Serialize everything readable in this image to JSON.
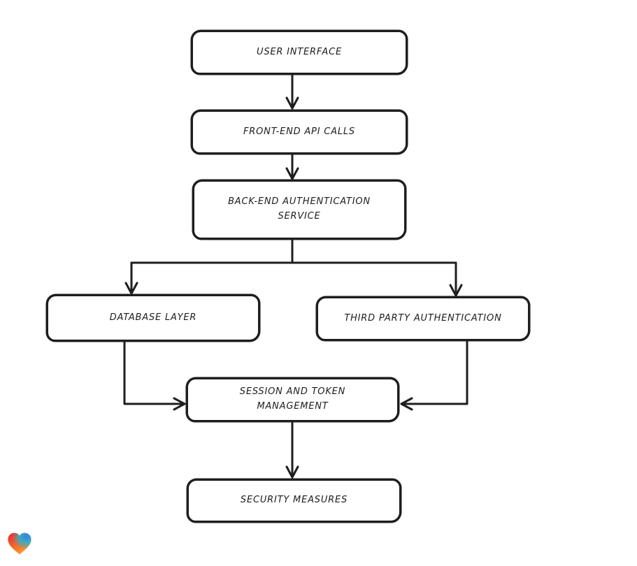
{
  "diagram": {
    "type": "flowchart",
    "style": "hand-drawn",
    "colors": {
      "background": "#ffffff",
      "stroke": "#1e1e1e",
      "box_fill": "#ffffff",
      "text": "#1d1d1d"
    },
    "nodes": [
      {
        "id": "user-interface",
        "label": "USER INTERFACE",
        "lines": [
          "USER INTERFACE"
        ]
      },
      {
        "id": "front-end-api-calls",
        "label": "FRONT-END API CALLS",
        "lines": [
          "FRONT-END API CALLS"
        ]
      },
      {
        "id": "back-end-authentication-service",
        "label": "BACK-END AUTHENTICATION SERVICE",
        "lines": [
          "BACK-END AUTHENTICATION",
          "SERVICE"
        ]
      },
      {
        "id": "database-layer",
        "label": "DATABASE LAYER",
        "lines": [
          "DATABASE LAYER"
        ]
      },
      {
        "id": "third-party-authentication",
        "label": "THIRD PARTY AUTHENTICATION",
        "lines": [
          "THIRD PARTY AUTHENTICATION"
        ]
      },
      {
        "id": "session-and-token-management",
        "label": "SESSION AND TOKEN MANAGEMENT",
        "lines": [
          "SESSION AND TOKEN",
          "MANAGEMENT"
        ]
      },
      {
        "id": "security-measures",
        "label": "SECURITY MEASURES",
        "lines": [
          "SECURITY MEASURES"
        ]
      }
    ],
    "edges": [
      {
        "from": "user-interface",
        "to": "front-end-api-calls"
      },
      {
        "from": "front-end-api-calls",
        "to": "back-end-authentication-service"
      },
      {
        "from": "back-end-authentication-service",
        "to": "database-layer"
      },
      {
        "from": "back-end-authentication-service",
        "to": "third-party-authentication"
      },
      {
        "from": "database-layer",
        "to": "session-and-token-management"
      },
      {
        "from": "third-party-authentication",
        "to": "session-and-token-management"
      },
      {
        "from": "session-and-token-management",
        "to": "security-measures"
      }
    ]
  },
  "logo": {
    "name": "gradient-heart-logo",
    "colors": {
      "red": "#ec2434",
      "orange": "#ff9d2c",
      "blue": "#2d7ff0",
      "teal": "#28b8cf"
    }
  }
}
